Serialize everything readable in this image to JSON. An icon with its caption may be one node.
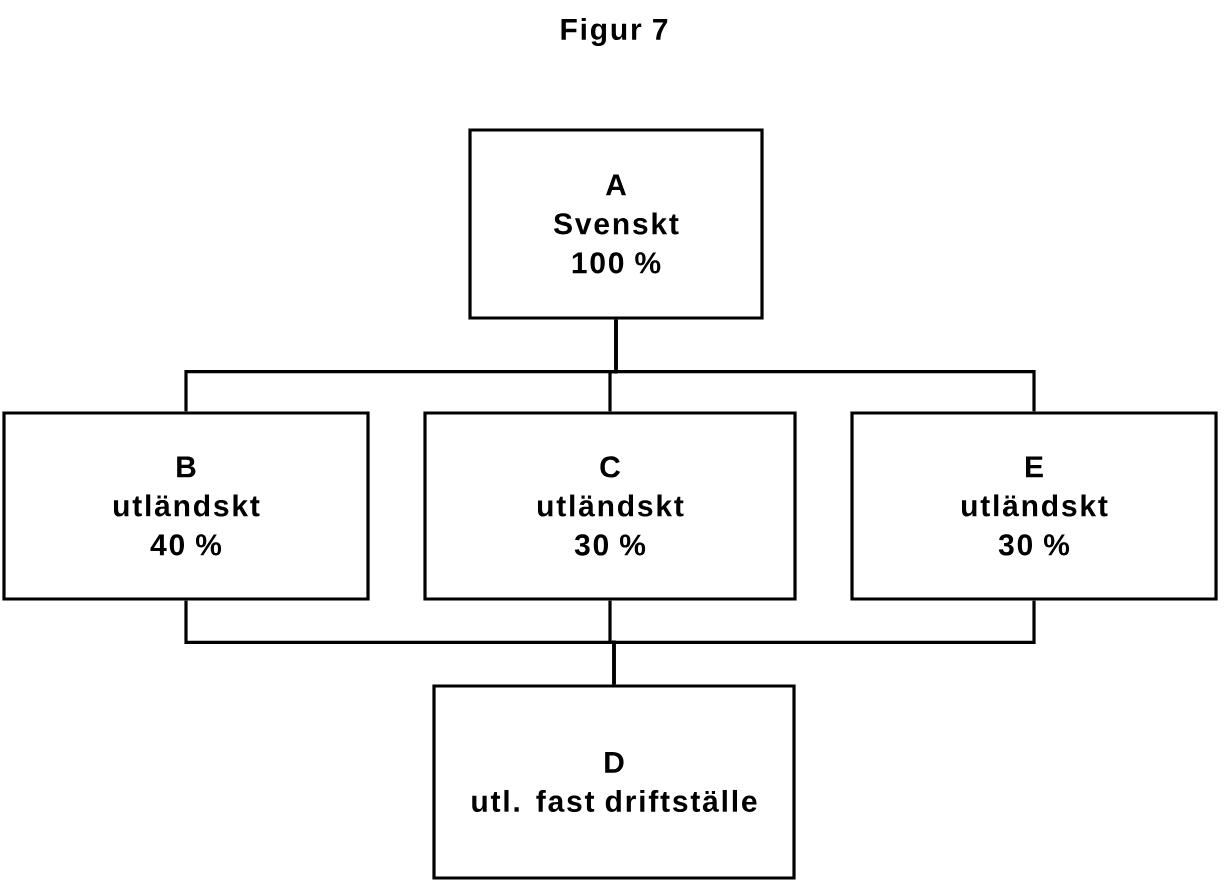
{
  "diagram": {
    "title": "Figur 7",
    "nodes": [
      {
        "text": [
          "A",
          "Svenskt",
          "100 %"
        ]
      },
      {
        "text": [
          "B",
          "utländskt",
          "40 %"
        ]
      },
      {
        "text": [
          "C",
          "utländskt",
          "30 %"
        ]
      },
      {
        "text": [
          "E",
          "utländskt",
          "30 %"
        ]
      },
      {
        "text": [
          "D",
          "utl. fast driftställe"
        ]
      }
    ],
    "edges": [
      {
        "from": 0,
        "to": 1,
        "arrow": "none"
      },
      {
        "from": 0,
        "to": 2,
        "arrow": "none"
      },
      {
        "from": 0,
        "to": 3,
        "arrow": "none"
      },
      {
        "from": 1,
        "to": 4,
        "arrow": "none"
      },
      {
        "from": 2,
        "to": 4,
        "arrow": "none"
      },
      {
        "from": 3,
        "to": 4,
        "arrow": "none"
      }
    ]
  }
}
